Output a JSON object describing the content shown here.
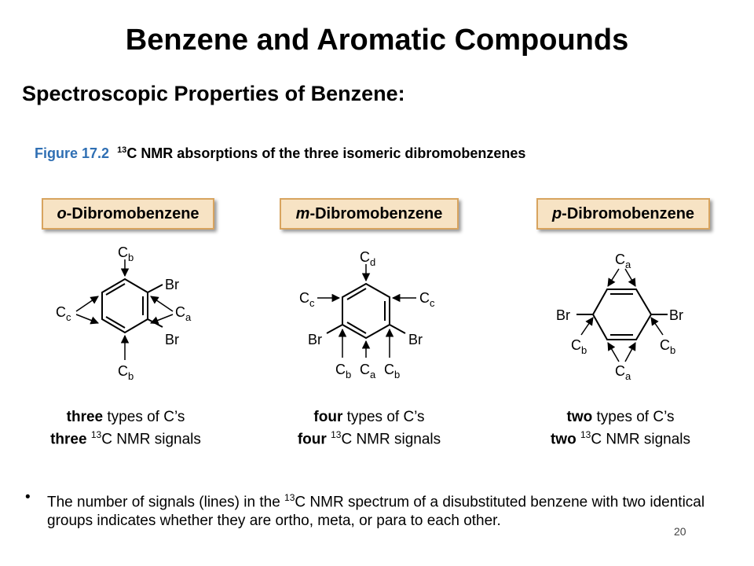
{
  "title": "Benzene and Aromatic Compounds",
  "subtitle": "Spectroscopic Properties of Benzene:",
  "figure": {
    "number": "Figure 17.2",
    "caption_sup": "13",
    "caption_text": "C NMR absorptions of the three  isomeric dibromobenzenes"
  },
  "panels": {
    "ortho": {
      "prefix": "o",
      "name": "-Dibromobenzene",
      "labels": {
        "top": "C",
        "top_sub": "b",
        "left": "C",
        "left_sub": "c",
        "right": "C",
        "right_sub": "a",
        "bottom": "C",
        "bottom_sub": "b",
        "br1": "Br",
        "br2": "Br"
      },
      "count_word": "three",
      "types_text": " types of C’s",
      "signals_sup": "13",
      "signals_text": "C NMR signals"
    },
    "meta": {
      "prefix": "m",
      "name": "-Dibromobenzene",
      "labels": {
        "top": "C",
        "top_sub": "d",
        "left": "C",
        "left_sub": "c",
        "right": "C",
        "right_sub": "c",
        "b1": "C",
        "b1_sub": "b",
        "b2": "C",
        "b2_sub": "a",
        "b3": "C",
        "b3_sub": "b",
        "br1": "Br",
        "br2": "Br"
      },
      "count_word": "four",
      "types_text": " types of C’s",
      "signals_sup": "13",
      "signals_text": "C NMR signals"
    },
    "para": {
      "prefix": "p",
      "name": "-Dibromobenzene",
      "labels": {
        "top": "C",
        "top_sub": "a",
        "bottom": "C",
        "bottom_sub": "a",
        "lb": "C",
        "lb_sub": "b",
        "rb": "C",
        "rb_sub": "b",
        "br1": "Br",
        "br2": "Br"
      },
      "count_word": "two",
      "types_text": " types of C’s",
      "signals_sup": "13",
      "signals_text": "C NMR signals"
    }
  },
  "bullet": {
    "symbol": "•",
    "pre": "The number of signals (lines) in the ",
    "sup": "13",
    "post": "C NMR spectrum of a disubstituted benzene with two identical groups indicates whether they are ortho, meta, or para to each other."
  },
  "page_number": "20"
}
